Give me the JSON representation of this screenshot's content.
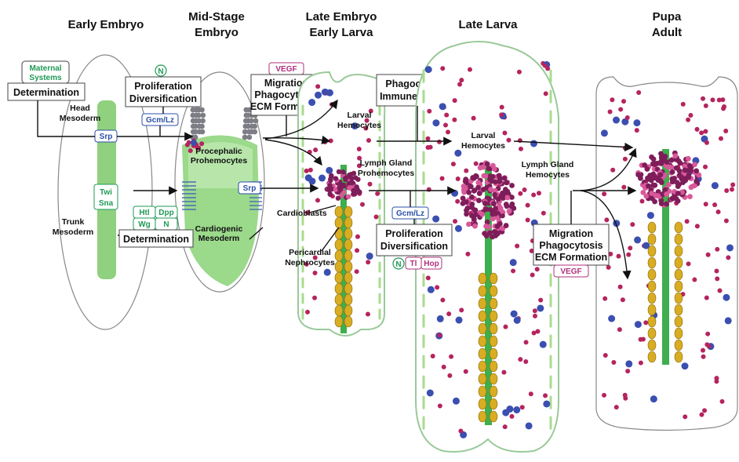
{
  "stages": [
    "Early Embryo",
    "Mid-Stage Embryo",
    "Late Embryo Early Larva",
    "Late Larva",
    "Pupa Adult"
  ],
  "stage_lines": {
    "early_embryo": [
      "Early Embryo"
    ],
    "mid_stage": [
      "Mid-Stage",
      "Embryo"
    ],
    "late_embryo": [
      "Late Embryo",
      "Early Larva"
    ],
    "late_larva": [
      "Late Larva"
    ],
    "pupa_adult": [
      "Pupa",
      "Adult"
    ]
  },
  "boxes": {
    "maternal_systems": [
      "Maternal",
      "Systems"
    ],
    "determination_top": "Determination",
    "proliferation_top": [
      "Proliferation",
      "Diversification"
    ],
    "migration_top": [
      "Migration",
      "Phagocytosis",
      "ECM Formation"
    ],
    "phagocytosis_immune": [
      "Phagocytosis",
      "Immune System"
    ],
    "determination_bottom": "Determination",
    "proliferation_bottom": [
      "Proliferation",
      "Diversification"
    ],
    "migration_bottom": [
      "Migration",
      "Phagocytosis",
      "ECM Formation"
    ]
  },
  "tags": {
    "n_top": "N",
    "gcm_lz_top": "Gcm/Lz",
    "vegf_top": "VEGF",
    "srp_left": "Srp",
    "twi": "Twi",
    "sna": "Sna",
    "htl": "Htl",
    "dpp": "Dpp",
    "wg": "Wg",
    "n_bottom": "N",
    "srp_mid": "Srp",
    "gcm_lz_bottom": "Gcm/Lz",
    "n_bottom2": "N",
    "tl": "Tl",
    "hop": "Hop",
    "vegf_bottom": "VEGF"
  },
  "labels": {
    "head_mesoderm": [
      "Head",
      "Mesoderm"
    ],
    "trunk_mesoderm": [
      "Trunk",
      "Mesoderm"
    ],
    "procephalic": [
      "Procephalic",
      "Prohemocytes"
    ],
    "cardiogenic": [
      "Cardiogenic",
      "Mesoderm"
    ],
    "larval_hemocytes_1": [
      "Larval",
      "Hemocytes"
    ],
    "lymph_gland_prohemocytes": [
      "Lymph Gland",
      "Prohemocytes"
    ],
    "cardioblasts": "Cardioblasts",
    "pericardial": [
      "Pericardial",
      "Nephrocytes"
    ],
    "larval_hemocytes_2": [
      "Larval",
      "Hemocytes"
    ],
    "lymph_gland_hemocytes": [
      "Lymph Gland",
      "Hemocytes"
    ]
  },
  "colors": {
    "green_text": "#1f9a55",
    "blue_text": "#2b4fa8",
    "magenta_text": "#b0307e",
    "body_fill": "#c9ecc4",
    "tube": "#3fae4c",
    "hemocyte_magenta": "#b5245e",
    "hemocyte_blue": "#3a4fb0",
    "nephrocyte_gold": "#d9ad22"
  }
}
